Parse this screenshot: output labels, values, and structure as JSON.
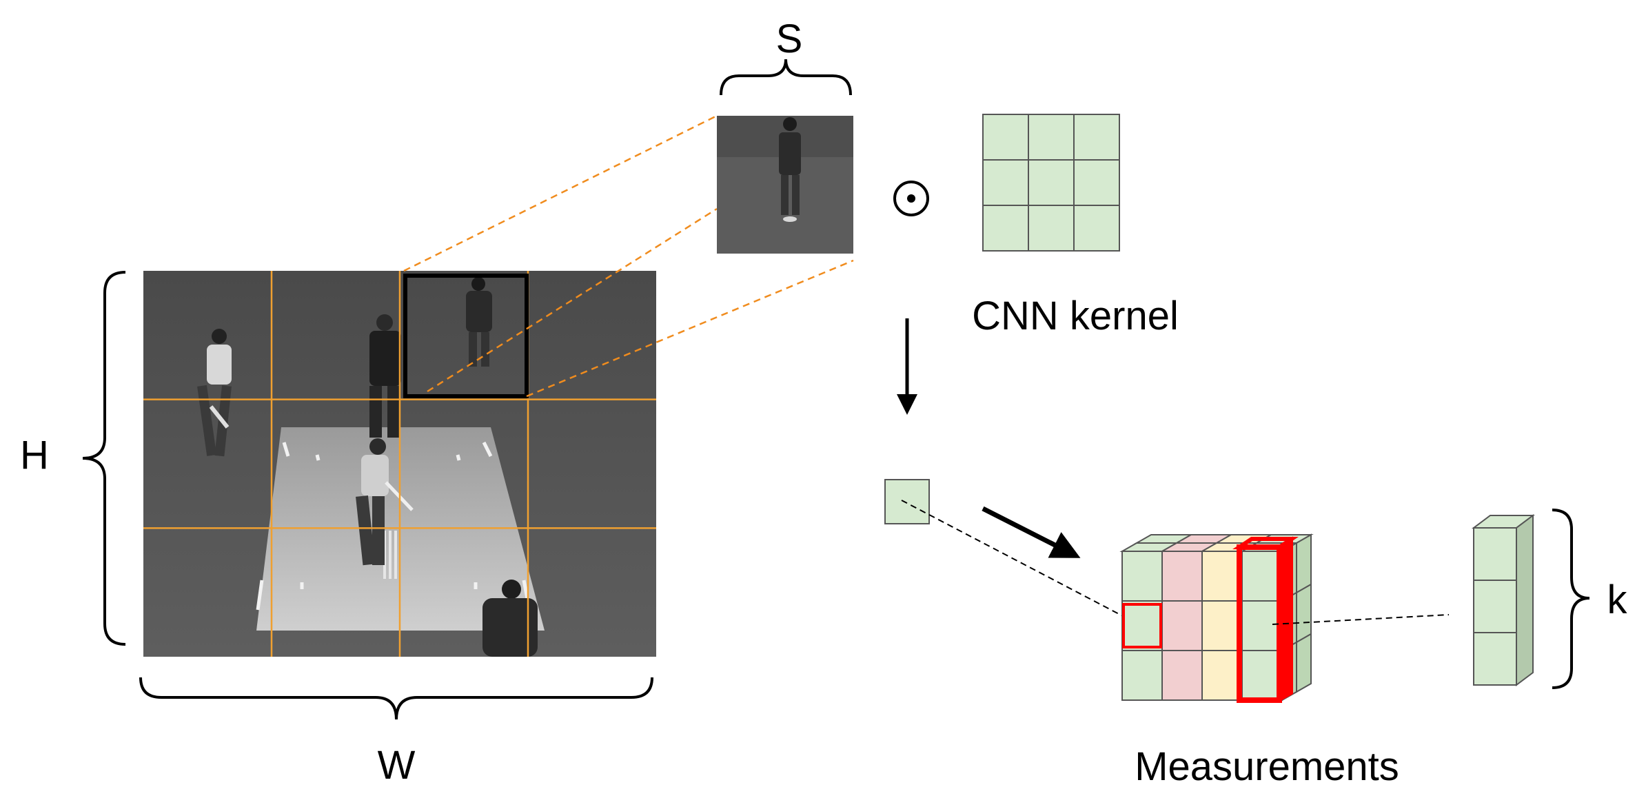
{
  "labels": {
    "height": "H",
    "width": "W",
    "patch_size": "S",
    "kernel": "CNN kernel",
    "operator": "⊙",
    "measurements": "Measurements",
    "depth": "k"
  },
  "image": {
    "description_free": true,
    "grid_rows": 3,
    "grid_cols": 4,
    "highlighted_cell": {
      "row": 0,
      "col": 2
    },
    "grid_color": "#f0a030",
    "patch_link_color": "#f08c1e"
  },
  "kernel": {
    "rows": 3,
    "cols": 3
  },
  "colors": {
    "green": "#d6ead0",
    "pink": "#f2cfd0",
    "yellow": "#fdf0c8",
    "highlight": "#ff0000",
    "cell_border": "#555555"
  },
  "cube": {
    "rows": 3,
    "cols": 4,
    "column_colors": [
      "green",
      "pink",
      "yellow",
      "green"
    ],
    "highlighted_column": 3,
    "highlighted_front_cell": {
      "row": 1,
      "col": 0
    }
  },
  "vector": {
    "cells": 3
  }
}
